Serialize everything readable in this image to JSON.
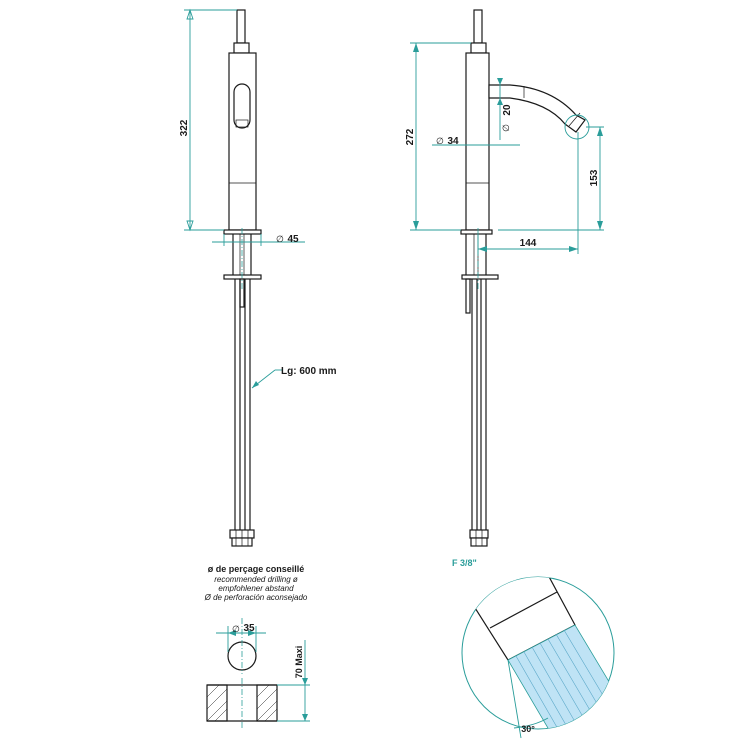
{
  "front_view": {
    "height": "322",
    "base_diameter": "45",
    "hose_length": "Lg: 600 mm"
  },
  "side_view": {
    "height": "272",
    "body_diameter": "34",
    "spout_diameter": "20",
    "spout_height": "153",
    "spout_reach": "144",
    "thread": "F 3/8\""
  },
  "drilling": {
    "title": "ø de perçage conseillé",
    "line_en": "recommended drilling ø",
    "line_de": "empfohlener abstand",
    "line_es": "Ø de perforación aconsejado",
    "diameter": "35",
    "max_thickness": "70 Maxi"
  },
  "detail": {
    "angle": "30°"
  },
  "colors": {
    "dimension_lines": "#2a9d9a",
    "detail_fill": "#bfe3f5",
    "outline": "#1a1a1a"
  }
}
